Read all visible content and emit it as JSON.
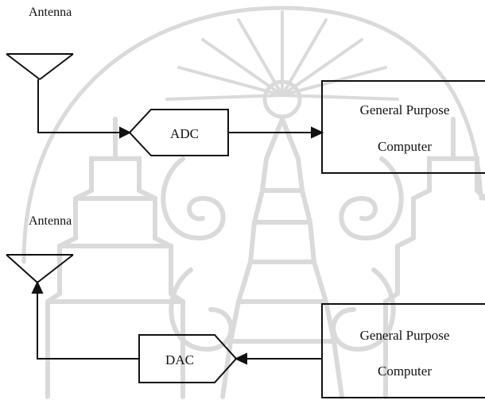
{
  "colors": {
    "ink": "#111111",
    "background": "#ffffff",
    "watermark": "#d6d6d6"
  },
  "watermark": {
    "description_icon": "university-seal-watermark"
  },
  "receive_chain": {
    "antenna_label": "Antenna",
    "converter_label": "ADC",
    "computer_line1": "General Purpose",
    "computer_line2": "Computer"
  },
  "transmit_chain": {
    "antenna_label": "Antenna",
    "converter_label": "DAC",
    "computer_line1": "General Purpose",
    "computer_line2": "Computer"
  }
}
